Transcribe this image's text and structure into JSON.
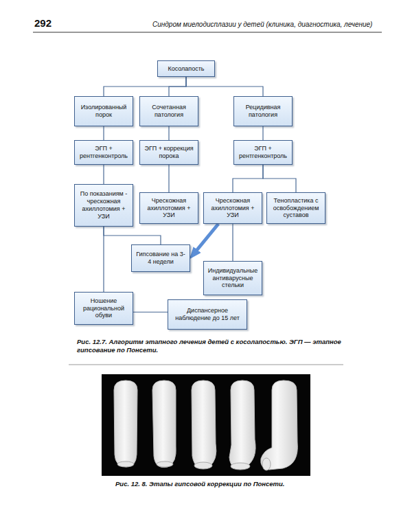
{
  "diagram": {
    "caption": "Рис. 12.7. Алгоритм этапного лечения детей с косолапостью. ЭГП — этапное гипсование по Понсети.",
    "nodes": [
      {
        "text": [
          "Косолапость"
        ]
      },
      {
        "text": [
          "Изолированный порок"
        ]
      },
      {
        "text": [
          "Сочетанная патология"
        ]
      },
      {
        "text": [
          "Рецидивная патология"
        ]
      },
      {
        "text": [
          "ЭГП + рентгенконтроль"
        ]
      },
      {
        "text": [
          "ЭГП + коррекция порока"
        ]
      },
      {
        "text": [
          "ЭГП + рентгенконтроль"
        ]
      },
      {
        "text": [
          "По показаниям - чрескожная ахиллотомия + УЗИ"
        ]
      },
      {
        "text": [
          "Чрескожная ахиллотомия + УЗИ"
        ]
      },
      {
        "text": [
          "Чрескожная ахиллотомия + УЗИ"
        ]
      },
      {
        "text": [
          "Тенопластика с освобождением суставов"
        ]
      },
      {
        "text": [
          "Гипсование на 3-4 недели"
        ]
      },
      {
        "text": [
          "Индивидуальные антиварусные стельки"
        ]
      },
      {
        "text": [
          "Ношение рациональной обуви"
        ]
      },
      {
        "text": [
          "Диспансерное наблюдение до 15 лет"
        ]
      }
    ],
    "edges": [
      {
        "from": 0,
        "to": 1,
        "arrow": "none"
      },
      {
        "from": 0,
        "to": 2,
        "arrow": "none"
      },
      {
        "from": 0,
        "to": 3,
        "arrow": "none"
      },
      {
        "from": 1,
        "to": 4,
        "arrow": "none"
      },
      {
        "from": 2,
        "to": 5,
        "arrow": "none"
      },
      {
        "from": 3,
        "to": 6,
        "arrow": "none"
      },
      {
        "from": 4,
        "to": 7,
        "arrow": "none"
      },
      {
        "from": 5,
        "to": 8,
        "arrow": "none"
      },
      {
        "from": 6,
        "to": 9,
        "arrow": "none"
      },
      {
        "from": 6,
        "to": 10,
        "arrow": "none"
      },
      {
        "from": 7,
        "to": 11,
        "arrow": "none"
      },
      {
        "from": 7,
        "to": 13,
        "arrow": "none"
      },
      {
        "from": 9,
        "to": 11,
        "arrow": "to"
      },
      {
        "from": 9,
        "to": 12,
        "arrow": "none"
      },
      {
        "from": 13,
        "to": 14,
        "arrow": "none"
      }
    ],
    "labels": [
      "292",
      "Синдром миелодисплазии у детей (клиника, диагностика, лечение)",
      "Рис. 12. 8. Этапы гипсовой коррекции по Понсети."
    ]
  }
}
